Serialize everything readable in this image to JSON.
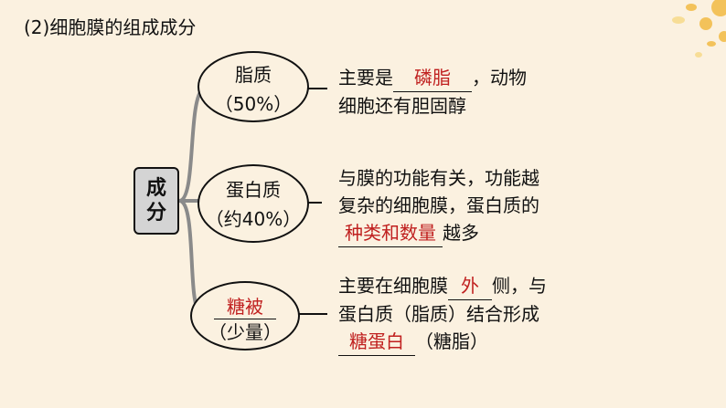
{
  "title": "(2)细胞膜的组成成分",
  "center": {
    "char1": "成",
    "char2": "分"
  },
  "branches": [
    {
      "oval_line1": "脂质",
      "oval_line2": "（50%）",
      "line1_prefix": "主要是",
      "line1_answer": "磷脂",
      "line1_suffix": "，动物",
      "line2": "细胞还有胆固醇"
    },
    {
      "oval_line1": "蛋白质",
      "oval_line2": "（约40%）",
      "line1": "与膜的功能有关，功能越",
      "line2": "复杂的细胞膜，蛋白质的",
      "line3_answer": "种类和数量",
      "line3_suffix": "越多"
    },
    {
      "oval_line1": "糖被",
      "oval_line2": "（少量）",
      "line1_prefix": "主要在细胞膜",
      "line1_answer": "外",
      "line1_suffix": "侧，与",
      "line2": "蛋白质（脂质）结合形成",
      "line3_answer": "糖蛋白",
      "line3_suffix": "（糖脂）"
    }
  ],
  "colors": {
    "background": "#fbf1e0",
    "answer": "#c0201f",
    "center_box": "#d4d4d4"
  }
}
